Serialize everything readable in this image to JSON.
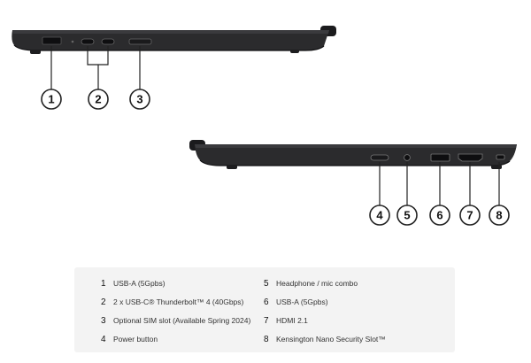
{
  "callouts": [
    {
      "number": "1",
      "label": "USB-A (5Gpbs)"
    },
    {
      "number": "2",
      "label": "2 x USB-C® Thunderbolt™ 4 (40Gbps)"
    },
    {
      "number": "3",
      "label": "Optional SIM slot (Available Spring 2024)"
    },
    {
      "number": "4",
      "label": "Power button"
    },
    {
      "number": "5",
      "label": "Headphone / mic combo"
    },
    {
      "number": "6",
      "label": "USB-A (5Gpbs)"
    },
    {
      "number": "7",
      "label": "HDMI 2.1"
    },
    {
      "number": "8",
      "label": "Kensington Nano Security Slot™"
    }
  ],
  "colors": {
    "chassis": "#2b2b2d",
    "chassis_edge": "#111113",
    "callout_stroke": "#222222",
    "legend_bg": "#f3f3f3"
  }
}
